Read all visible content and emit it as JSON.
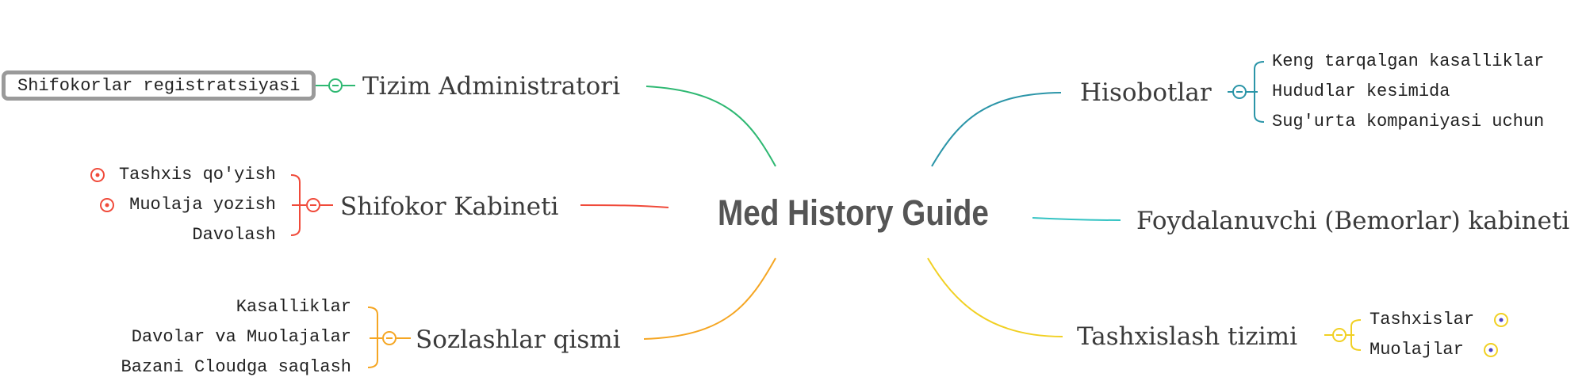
{
  "root": {
    "label": "Med History Guide"
  },
  "colors": {
    "admin": "#2eb872",
    "shifokor": "#f04a3a",
    "sozlash": "#f5a623",
    "hisobot": "#2b95a8",
    "foydalanuvchi": "#34c3c3",
    "tashxis": "#f1d023",
    "tashxis_icon": "#4a3fbf",
    "box_border": "#9a9a9a"
  },
  "branches": {
    "admin": {
      "label": "Tizim Administratori",
      "leaves": [
        "Shifokorlar registratsiyasi"
      ]
    },
    "shifokor": {
      "label": "Shifokor Kabineti",
      "leaves": [
        "Tashxis qo'yish",
        "Muolaja yozish",
        "Davolash"
      ]
    },
    "sozlash": {
      "label": "Sozlashlar qismi",
      "leaves": [
        "Kasalliklar",
        "Davolar va Muolajalar",
        "Bazani Cloudga saqlash"
      ]
    },
    "hisobot": {
      "label": "Hisobotlar",
      "leaves": [
        "Keng tarqalgan kasalliklar",
        "Hududlar kesimida",
        "Sug'urta kompaniyasi uchun"
      ]
    },
    "foydalanuvchi": {
      "label": "Foydalanuvchi (Bemorlar) kabineti"
    },
    "tashxis": {
      "label": "Tashxislash tizimi",
      "leaves": [
        "Tashxislar",
        "Muolajlar"
      ]
    }
  }
}
